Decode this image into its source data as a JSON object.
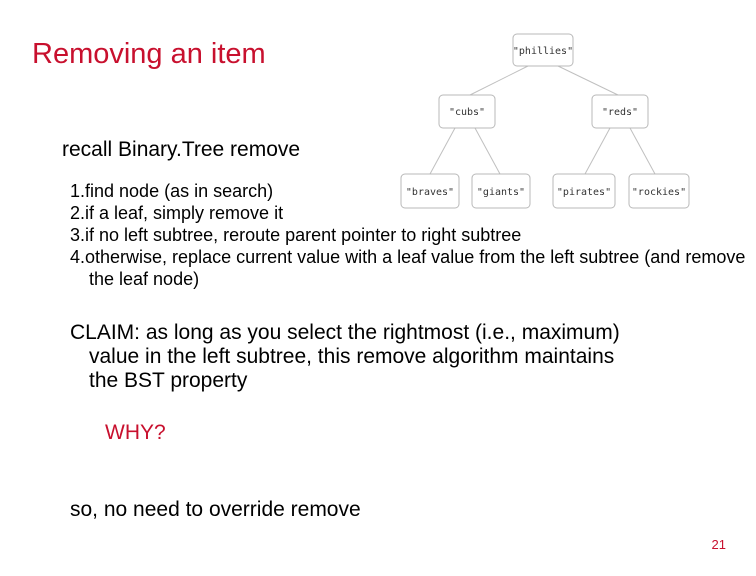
{
  "slide": {
    "title": "Removing an item",
    "subtitle": "recall Binary.Tree remove",
    "steps": [
      "1.find node (as in search)",
      "2.if a leaf, simply remove it",
      "3.if no left subtree, reroute parent pointer to right subtree",
      "4.otherwise, replace current value with a leaf value from the left subtree (and remove the leaf node)"
    ],
    "claim": "CLAIM: as long as you select the rightmost (i.e., maximum) value in the left subtree, this remove algorithm maintains the BST property",
    "why": "WHY?",
    "conclusion": "so, no need to override remove",
    "page_number": "21"
  },
  "tree": {
    "root": "\"phillies\"",
    "level1": [
      "\"cubs\"",
      "\"reds\""
    ],
    "level2": [
      "\"braves\"",
      "\"giants\"",
      "\"pirates\"",
      "\"rockies\""
    ]
  },
  "colors": {
    "accent": "#c8102e",
    "text": "#000000",
    "node_border": "#b8b8b8"
  }
}
